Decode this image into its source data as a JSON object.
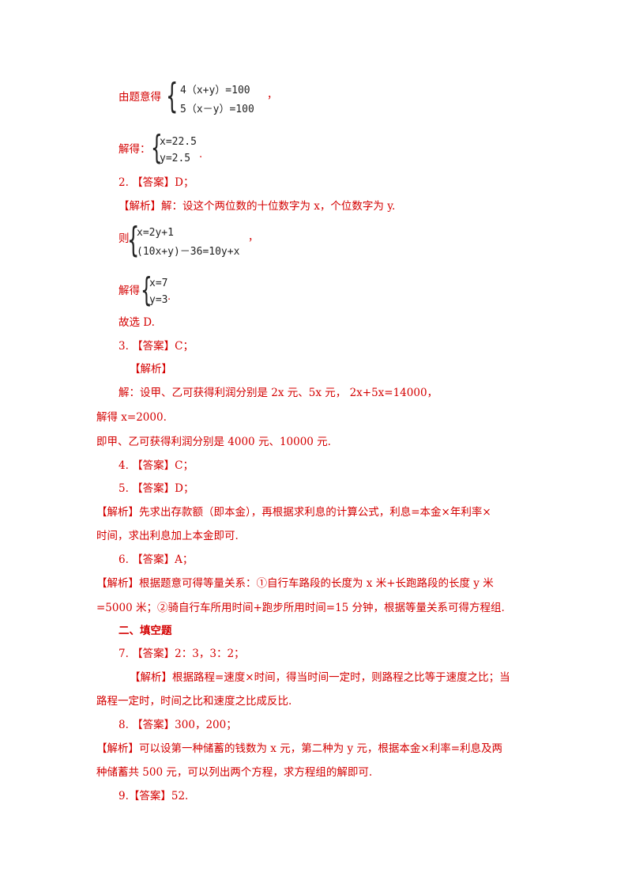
{
  "sys1": {
    "label": "由题意得",
    "eq1": "4（x+y）=100",
    "eq2": "5（x－y）=100",
    "end": "，"
  },
  "sys2": {
    "label": "解得：",
    "eq1": "x=22.5",
    "eq2": "y=2.5",
    "end": "."
  },
  "q2": {
    "answer": "2. 【答案】D；",
    "analysis": "【解析】解：设这个两位数的十位数字为 x，个位数字为 y."
  },
  "sys3": {
    "label": "则",
    "eq1": "x=2y+1",
    "eq2": "(10x+y)－36=10y+x",
    "end": "，"
  },
  "sys4": {
    "label": "解得",
    "eq1": "x=7",
    "eq2": "y=3",
    "end": "."
  },
  "q2_conclusion": "故选 D.",
  "q3": {
    "answer": "3. 【答案】C；",
    "analysis_head": "【解析】",
    "line1": "解：设甲、乙可获得利润分别是 2x 元、5x 元，  2x+5x=14000，",
    "line2": "解得 x=2000.",
    "line3": "即甲、乙可获得利润分别是 4000 元、10000 元."
  },
  "q4": {
    "answer": "4. 【答案】C；"
  },
  "q5": {
    "answer": "5. 【答案】D；",
    "line1": "【解析】先求出存款额（即本金），再根据求利息的计算公式，利息=本金×年利率×",
    "line2": "时间，求出利息加上本金即可."
  },
  "q6": {
    "answer": "6. 【答案】A；",
    "line1": "【解析】根据题意可得等量关系：①自行车路段的长度为 x 米+长跑路段的长度 y 米",
    "line2": "=5000 米；②骑自行车所用时间+跑步所用时间=15 分钟，根据等量关系可得方程组."
  },
  "section2": "二、填空题",
  "q7": {
    "answer": "7. 【答案】2：3，3：2；",
    "line1": "【解析】根据路程=速度×时间，得当时间一定时，则路程之比等于速度之比；当",
    "line2": "路程一定时，时间之比和速度之比成反比."
  },
  "q8": {
    "answer": "8. 【答案】300，200；",
    "line1": "【解析】可以设第一种储蓄的钱数为 x 元，第二种为 y 元，根据本金×利率=利息及两",
    "line2": "种储蓄共 500 元，可以列出两个方程，求方程组的解即可."
  },
  "q9": {
    "answer": "9.【答案】52."
  }
}
